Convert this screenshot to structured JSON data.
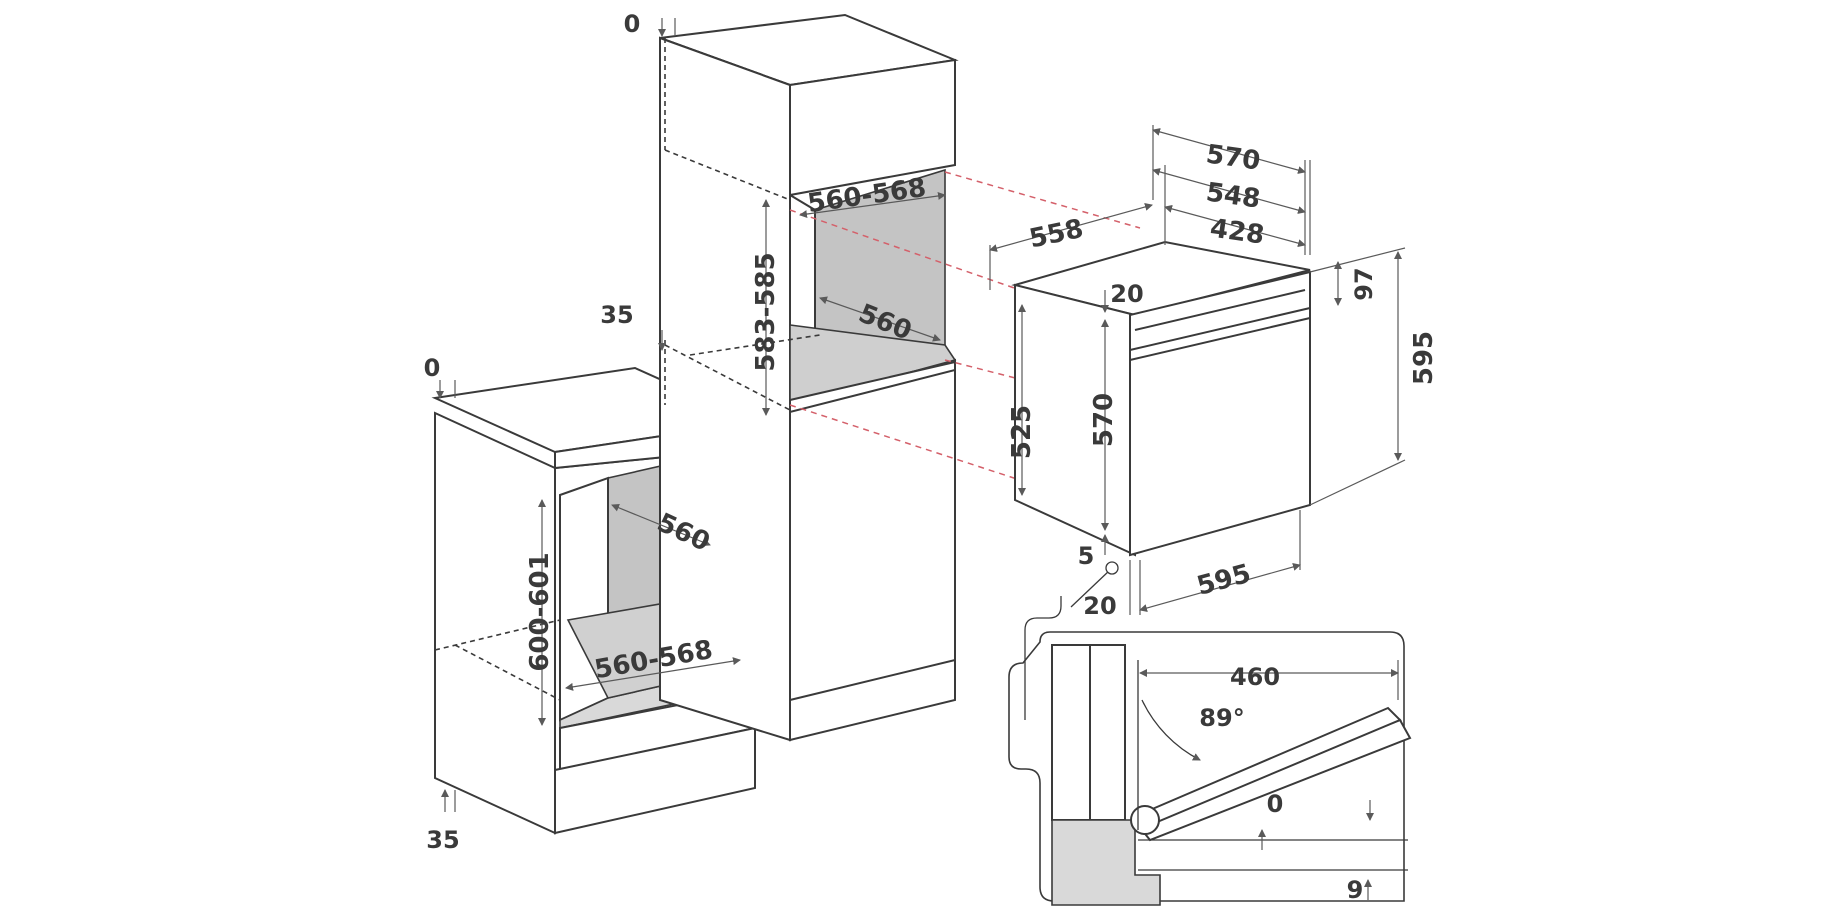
{
  "dimensions": {
    "left_top_gap": "0",
    "left_bottom_gap": "35",
    "left_height": "600-601",
    "left_depth": "560",
    "left_width": "560-568",
    "tall_top_gap": "0",
    "tall_side_gap": "35",
    "tall_height": "583-585",
    "tall_width": "560-568",
    "tall_depth": "560",
    "oven_total_depth": "570",
    "oven_inner_depth": "548",
    "oven_cavity_depth": "428",
    "oven_body_width": "558",
    "oven_panel_height": "97",
    "oven_total_height": "595",
    "oven_body_height": "525",
    "oven_front_height": "570",
    "oven_top_offset": "20",
    "oven_bottom_offset": "5",
    "oven_side_offset": "20",
    "oven_front_width": "595",
    "door_open_depth": "460",
    "door_angle": "89°",
    "door_gap_top": "0",
    "door_gap_bottom": "9"
  }
}
